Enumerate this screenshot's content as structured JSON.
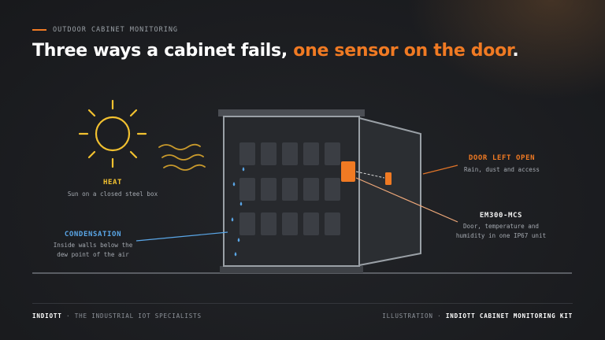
{
  "eyebrow": "OUTDOOR CABINET MONITORING",
  "headline": {
    "part1": "Three ways a cabinet fails, ",
    "accent": "one sensor on the door",
    "end": "."
  },
  "labels": {
    "heat": {
      "title": "HEAT",
      "desc": "Sun on a closed steel box"
    },
    "condensation": {
      "title": "CONDENSATION",
      "desc1": "Inside walls below the",
      "desc2": "dew point of the air"
    },
    "door": {
      "title": "DOOR LEFT OPEN",
      "desc": "Rain, dust and access"
    },
    "sensor": {
      "title": "EM300-MCS",
      "desc1": "Door, temperature and",
      "desc2": "humidity in one IP67 unit"
    }
  },
  "footer": {
    "brand": "INDIOTT",
    "sep": " · ",
    "tagline": "THE INDUSTRIAL IOT SPECIALISTS",
    "right_label": "ILLUSTRATION",
    "right_sep": " · ",
    "right_kit": "INDIOTT CABINET MONITORING KIT"
  },
  "icons": {
    "sun": "sun-icon",
    "heat_waves": "heat-waves-icon",
    "water_drop": "water-drop-icon",
    "sensor": "sensor-icon",
    "magnet": "magnet-icon"
  },
  "colors": {
    "accent": "#f07a23",
    "heat": "#f2c130",
    "condensation": "#5aa7e8",
    "sensor_line": "#f0a97a"
  }
}
